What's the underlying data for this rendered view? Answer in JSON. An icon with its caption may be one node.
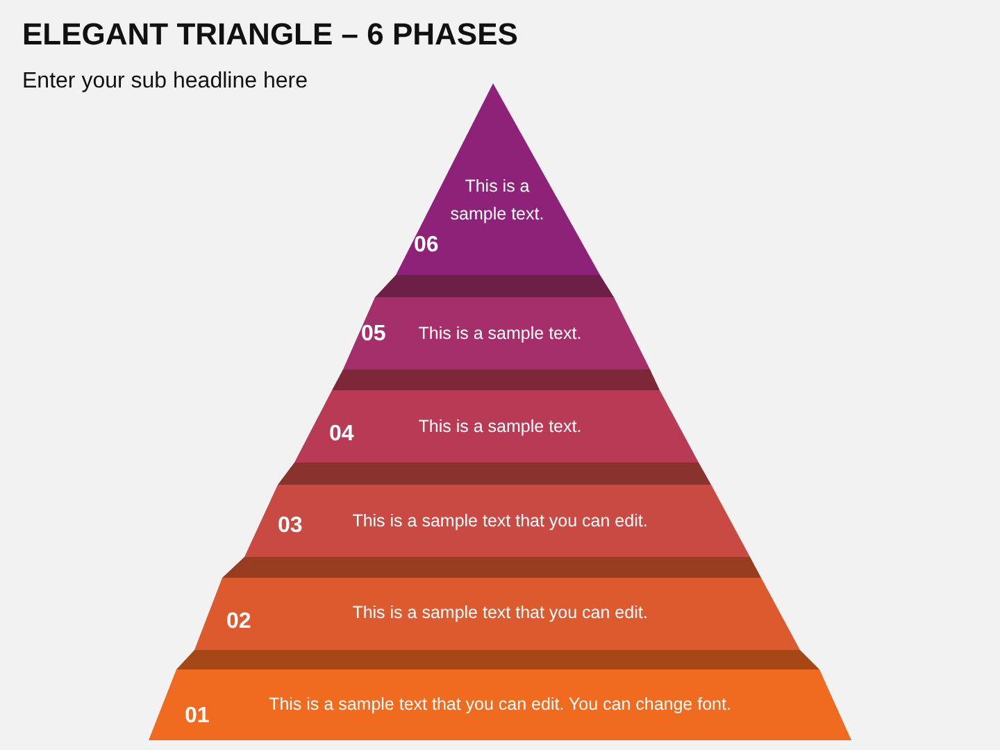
{
  "diagram": {
    "title": "ELEGANT TRIANGLE – 6 PHASES",
    "nodes": [
      {
        "text": [
          "This is a sample text.",
          "06"
        ]
      },
      {
        "text": [
          "05",
          "This is a sample text."
        ]
      },
      {
        "text": [
          "04",
          "This is a sample text."
        ]
      },
      {
        "text": [
          "03",
          "This is a sample text that you can edit."
        ]
      },
      {
        "text": [
          "02",
          "This is a sample text that you can edit."
        ]
      },
      {
        "text": [
          "01",
          "This is a sample text that you can edit. You can change font."
        ]
      }
    ],
    "edges": [],
    "labels": [
      "Enter your sub headline here"
    ]
  }
}
